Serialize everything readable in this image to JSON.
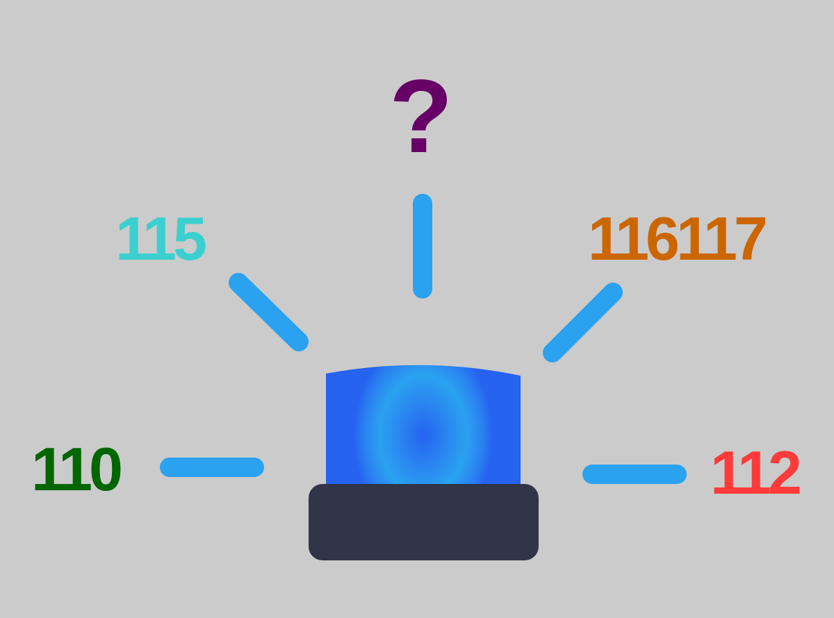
{
  "labels": {
    "top": "?",
    "upper_left": "115",
    "upper_right": "116117",
    "left": "110",
    "right": "112"
  },
  "colors": {
    "background": "#cbcbcb",
    "top": "#660066",
    "upper_left": "#3ccfd0",
    "upper_right": "#cc6600",
    "left": "#006600",
    "right": "#ff3a3a",
    "rays": "#2aa2f0",
    "dome_light": "#2563f0",
    "dome_glow": "#2aa2f0",
    "base": "#323447"
  },
  "icon": "emergency-siren-icon"
}
